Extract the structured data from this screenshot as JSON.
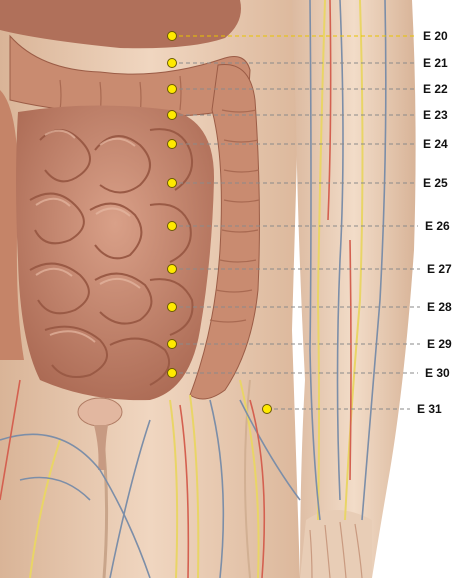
{
  "points": [
    {
      "label": "E 20"
    },
    {
      "label": "E 21"
    },
    {
      "label": "E 22"
    },
    {
      "label": "E 23"
    },
    {
      "label": "E 24"
    },
    {
      "label": "E 25"
    },
    {
      "label": "E 26"
    },
    {
      "label": "E 27"
    },
    {
      "label": "E 28"
    },
    {
      "label": "E 29"
    },
    {
      "label": "E 30"
    },
    {
      "label": "E 31"
    }
  ],
  "colors": {
    "point_fill": "#ffea00",
    "point_stroke": "#6b5a00",
    "leader_first": "#e8c400",
    "leader": "#8a8a8a",
    "skin": "#e9c8ae",
    "intestine": "#c78468",
    "colon": "#c98b70",
    "nerve": "#e9d566",
    "vein": "#7c8ea8",
    "artery": "#d46050"
  }
}
